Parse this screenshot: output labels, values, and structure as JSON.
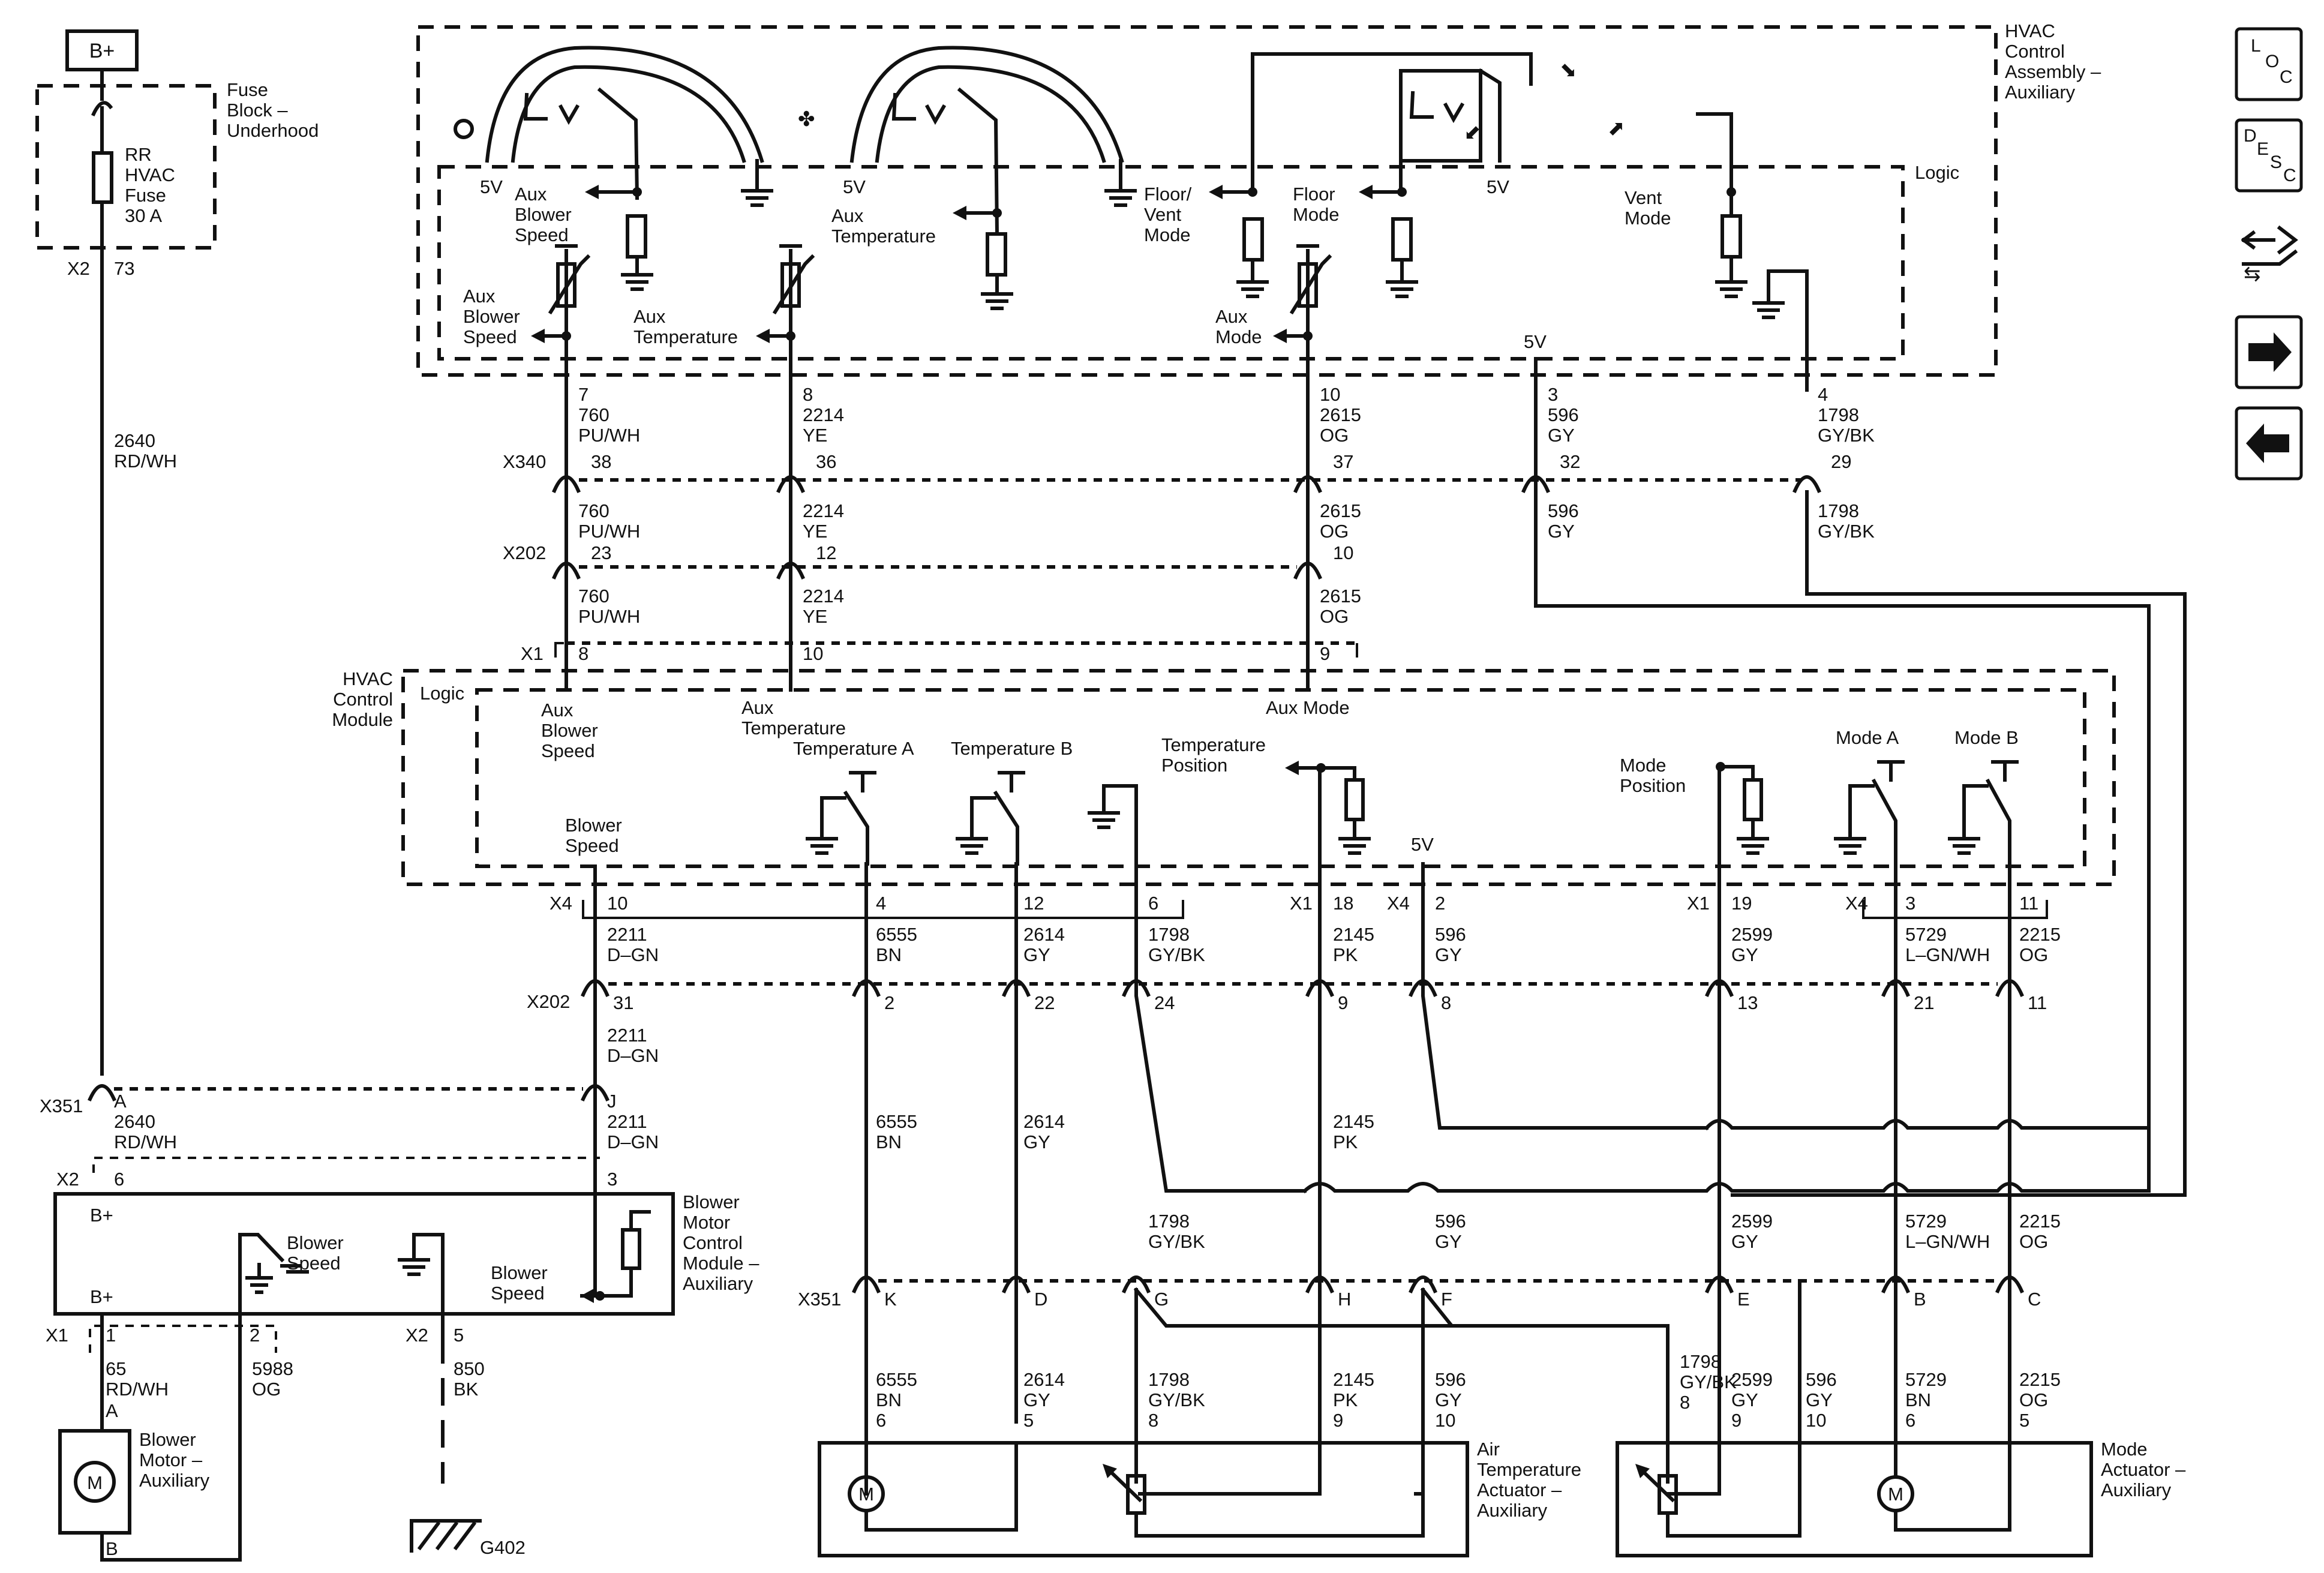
{
  "battery": "B+",
  "fuse_block": [
    "Fuse",
    "Block –",
    "Underhood"
  ],
  "fuse": [
    "RR",
    "HVAC",
    "Fuse",
    "30 A"
  ],
  "hvac_assembly": [
    "HVAC",
    "Control",
    "Assembly –",
    "Auxiliary"
  ],
  "assembly_logic": "Logic",
  "v5": "5V",
  "assembly_labels": {
    "aux_blower_speed_out": [
      "Aux",
      "Blower",
      "Speed"
    ],
    "aux_temperature_out": [
      "Aux",
      "Temperature"
    ],
    "floor_vent_mode": [
      "Floor/",
      "Vent",
      "Mode"
    ],
    "floor_mode": [
      "Floor",
      "Mode"
    ],
    "vent_mode": [
      "Vent",
      "Mode"
    ],
    "aux_blower_speed_in": [
      "Aux",
      "Blower",
      "Speed"
    ],
    "aux_temperature_in": [
      "Aux",
      "Temperature"
    ],
    "aux_mode": [
      "Aux",
      "Mode"
    ]
  },
  "assembly_pins": [
    {
      "pin": "7",
      "circuit": "760",
      "color": "PU/WH"
    },
    {
      "pin": "8",
      "circuit": "2214",
      "color": "YE"
    },
    {
      "pin": "10",
      "circuit": "2615",
      "color": "OG"
    },
    {
      "pin": "3",
      "circuit": "596",
      "color": "GY"
    },
    {
      "pin": "4",
      "circuit": "1798",
      "color": "GY/BK"
    }
  ],
  "x340": {
    "name": "X340",
    "cavities": [
      "38",
      "36",
      "37",
      "32",
      "29"
    ]
  },
  "x202_upper": {
    "name": "X202",
    "cavities": [
      "23",
      "12",
      "10"
    ]
  },
  "mid_wires": [
    {
      "circuit": "760",
      "color": "PU/WH"
    },
    {
      "circuit": "2214",
      "color": "YE"
    },
    {
      "circuit": "2615",
      "color": "OG"
    },
    {
      "circuit": "596",
      "color": "GY"
    },
    {
      "circuit": "1798",
      "color": "GY/BK"
    }
  ],
  "x1_top": {
    "name": "X1",
    "cavities": [
      "8",
      "10",
      "9"
    ]
  },
  "hvac_module": [
    "HVAC",
    "Control",
    "Module"
  ],
  "module_logic": "Logic",
  "module_labels": {
    "aux_blower_speed": [
      "Aux",
      "Blower",
      "Speed"
    ],
    "aux_temperature": [
      "Aux",
      "Temperature"
    ],
    "aux_mode": "Aux Mode",
    "temp_a": "Temperature A",
    "temp_b": "Temperature B",
    "temp_position": [
      "Temperature",
      "Position"
    ],
    "mode_position": [
      "Mode",
      "Position"
    ],
    "mode_a": "Mode A",
    "mode_b": "Mode B",
    "blower_speed": [
      "Blower",
      "Speed"
    ]
  },
  "module_conn": {
    "x4": "X4",
    "x1": "X1"
  },
  "module_pins": [
    {
      "pin": "10",
      "circuit": "2211",
      "color": "D–GN"
    },
    {
      "pin": "4",
      "circuit": "6555",
      "color": "BN"
    },
    {
      "pin": "12",
      "circuit": "2614",
      "color": "GY"
    },
    {
      "pin": "6",
      "circuit": "1798",
      "color": "GY/BK"
    },
    {
      "pin": "18",
      "circuit": "2145",
      "color": "PK"
    },
    {
      "pin": "2",
      "circuit": "596",
      "color": "GY"
    },
    {
      "pin": "19",
      "circuit": "2599",
      "color": "GY"
    },
    {
      "pin": "3",
      "circuit": "5729",
      "color": "L–GN/WH"
    },
    {
      "pin": "11",
      "circuit": "2215",
      "color": "OG"
    }
  ],
  "x202_lower": {
    "name": "X202",
    "cavities": [
      "31",
      "2",
      "22",
      "24",
      "9",
      "8",
      "13",
      "21",
      "11"
    ]
  },
  "left": {
    "x2_73": [
      "X2",
      "73"
    ],
    "wire_2640": [
      "2640",
      "RD/WH"
    ],
    "wire_2211": [
      "2211",
      "D–GN"
    ],
    "x351": "X351",
    "x351_a": "A",
    "x351_j": "J",
    "x2_6": [
      "X2",
      "6"
    ],
    "pin3": "3",
    "bplus": "B+"
  },
  "blower_module": [
    "Blower",
    "Motor",
    "Control",
    "Module –",
    "Auxiliary"
  ],
  "blower_module_labels": {
    "blower_speed_in": [
      "Blower",
      "Speed"
    ],
    "blower_speed_out": [
      "Blower",
      "Speed"
    ]
  },
  "blower_bottom": {
    "x1": "X1",
    "p1": "1",
    "w65": [
      "65",
      "RD/WH"
    ],
    "a": "A",
    "b": "B",
    "p2": "2",
    "w5988": [
      "5988",
      "OG"
    ],
    "x2": "X2",
    "p5": "5",
    "w850": [
      "850",
      "BK"
    ],
    "ground": "G402"
  },
  "blower_motor": [
    "Blower",
    "Motor –",
    "Auxiliary"
  ],
  "motor_symbol": "M",
  "x351_lower": {
    "name": "X351",
    "cavities": [
      "K",
      "D",
      "G",
      "H",
      "F",
      "E",
      "B",
      "C"
    ]
  },
  "lower_mid_wires": [
    {
      "circuit": "6555",
      "color": "BN"
    },
    {
      "circuit": "2614",
      "color": "GY"
    },
    {
      "circuit": "2145",
      "color": "PK"
    },
    {
      "circuit": "1798",
      "color": "GY/BK"
    },
    {
      "circuit": "596",
      "color": "GY"
    },
    {
      "circuit": "2599",
      "color": "GY"
    },
    {
      "circuit": "5729",
      "color": "L–GN/WH"
    },
    {
      "circuit": "2215",
      "color": "OG"
    }
  ],
  "actuator_wires": [
    {
      "circuit": "6555",
      "color": "BN",
      "pin": "6"
    },
    {
      "circuit": "2614",
      "color": "GY",
      "pin": "5"
    },
    {
      "circuit": "1798",
      "color": "GY/BK",
      "pin": "8"
    },
    {
      "circuit": "2145",
      "color": "PK",
      "pin": "9"
    },
    {
      "circuit": "596",
      "color": "GY",
      "pin": "10"
    },
    {
      "circuit": "1798",
      "color": "GY/BK",
      "pin": "8"
    },
    {
      "circuit": "2599",
      "color": "GY",
      "pin": "9"
    },
    {
      "circuit": "596",
      "color": "GY",
      "pin": "10"
    },
    {
      "circuit": "5729",
      "color": "BN",
      "pin": "6"
    },
    {
      "circuit": "2215",
      "color": "OG",
      "pin": "5"
    }
  ],
  "air_temp_actuator": [
    "Air",
    "Temperature",
    "Actuator –",
    "Auxiliary"
  ],
  "mode_actuator": [
    "Mode",
    "Actuator –",
    "Auxiliary"
  ],
  "nav": {
    "loc": [
      "L",
      "O",
      "C"
    ],
    "desc": [
      "D",
      "E",
      "S",
      "C"
    ]
  }
}
